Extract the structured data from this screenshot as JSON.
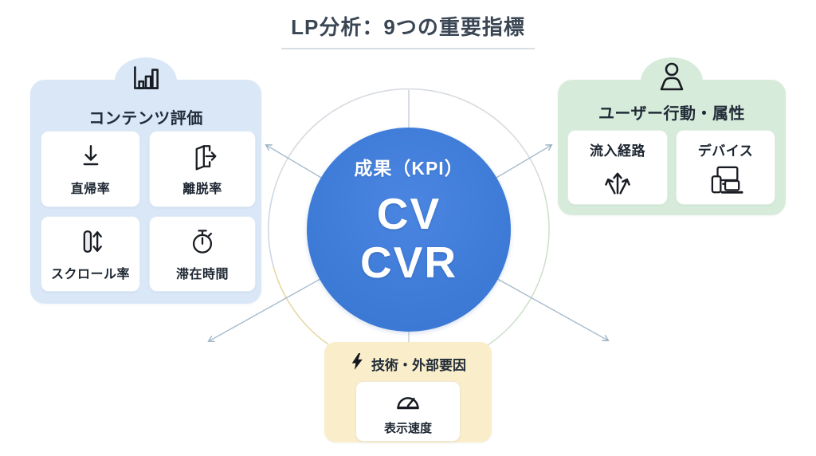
{
  "title": "LP分析：9つの重要指標",
  "center": {
    "subtitle": "成果（KPI）",
    "line1": "CV",
    "line2": "CVR"
  },
  "panels": {
    "content": {
      "header": "コンテンツ評価",
      "icon": "bar-chart-icon",
      "items": [
        {
          "label": "直帰率",
          "icon": "bounce-arrow-icon"
        },
        {
          "label": "離脱率",
          "icon": "exit-door-icon"
        },
        {
          "label": "スクロール率",
          "icon": "scroll-icon"
        },
        {
          "label": "滞在時間",
          "icon": "stopwatch-icon"
        }
      ]
    },
    "user": {
      "header": "ユーザー行動・属性",
      "icon": "person-icon",
      "items": [
        {
          "label": "流入経路",
          "icon": "branching-arrows-icon"
        },
        {
          "label": "デバイス",
          "icon": "devices-icon"
        }
      ]
    },
    "tech": {
      "header": "技術・外部要因",
      "icon": "lightning-icon",
      "items": [
        {
          "label": "表示速度",
          "icon": "speedometer-icon"
        }
      ]
    }
  },
  "colors": {
    "center_circle": "#3c7cd8",
    "content_panel": "#d9e7f7",
    "user_panel": "#d7ebdb",
    "tech_panel": "#faeeca",
    "connector_line": "#a7bccc",
    "ring_gray": "#d7dbe0",
    "ring_green": "#cfe0cd",
    "ring_yellow": "#e7d8a6",
    "title_text": "#3a4654"
  }
}
